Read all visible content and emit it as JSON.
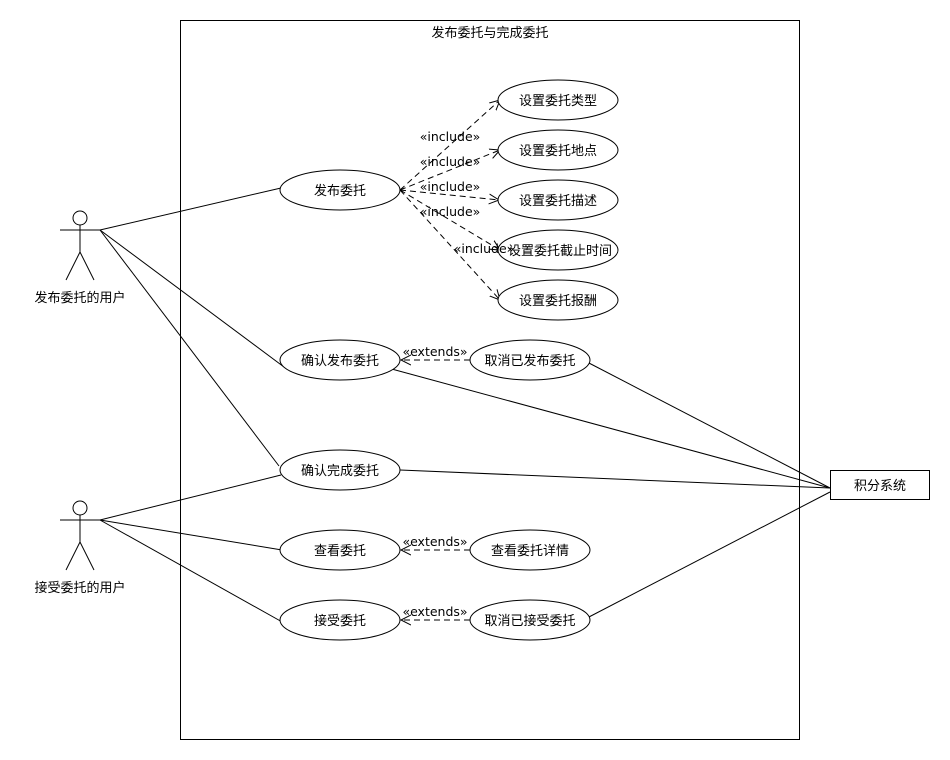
{
  "system": {
    "title": "发布委托与完成委托"
  },
  "actors": [
    {
      "label": "发布委托的用户"
    },
    {
      "label": "接受委托的用户"
    }
  ],
  "external_system": {
    "label": "积分系统"
  },
  "use_cases": {
    "publish": "发布委托",
    "set_type": "设置委托类型",
    "set_location": "设置委托地点",
    "set_description": "设置委托描述",
    "set_deadline": "设置委托截止时间",
    "set_reward": "设置委托报酬",
    "confirm_publish": "确认发布委托",
    "cancel_published": "取消已发布委托",
    "confirm_complete": "确认完成委托",
    "view": "查看委托",
    "view_detail": "查看委托详情",
    "accept": "接受委托",
    "cancel_accepted": "取消已接受委托"
  },
  "stereotypes": {
    "include": "«include»",
    "extends": "«extends»"
  }
}
